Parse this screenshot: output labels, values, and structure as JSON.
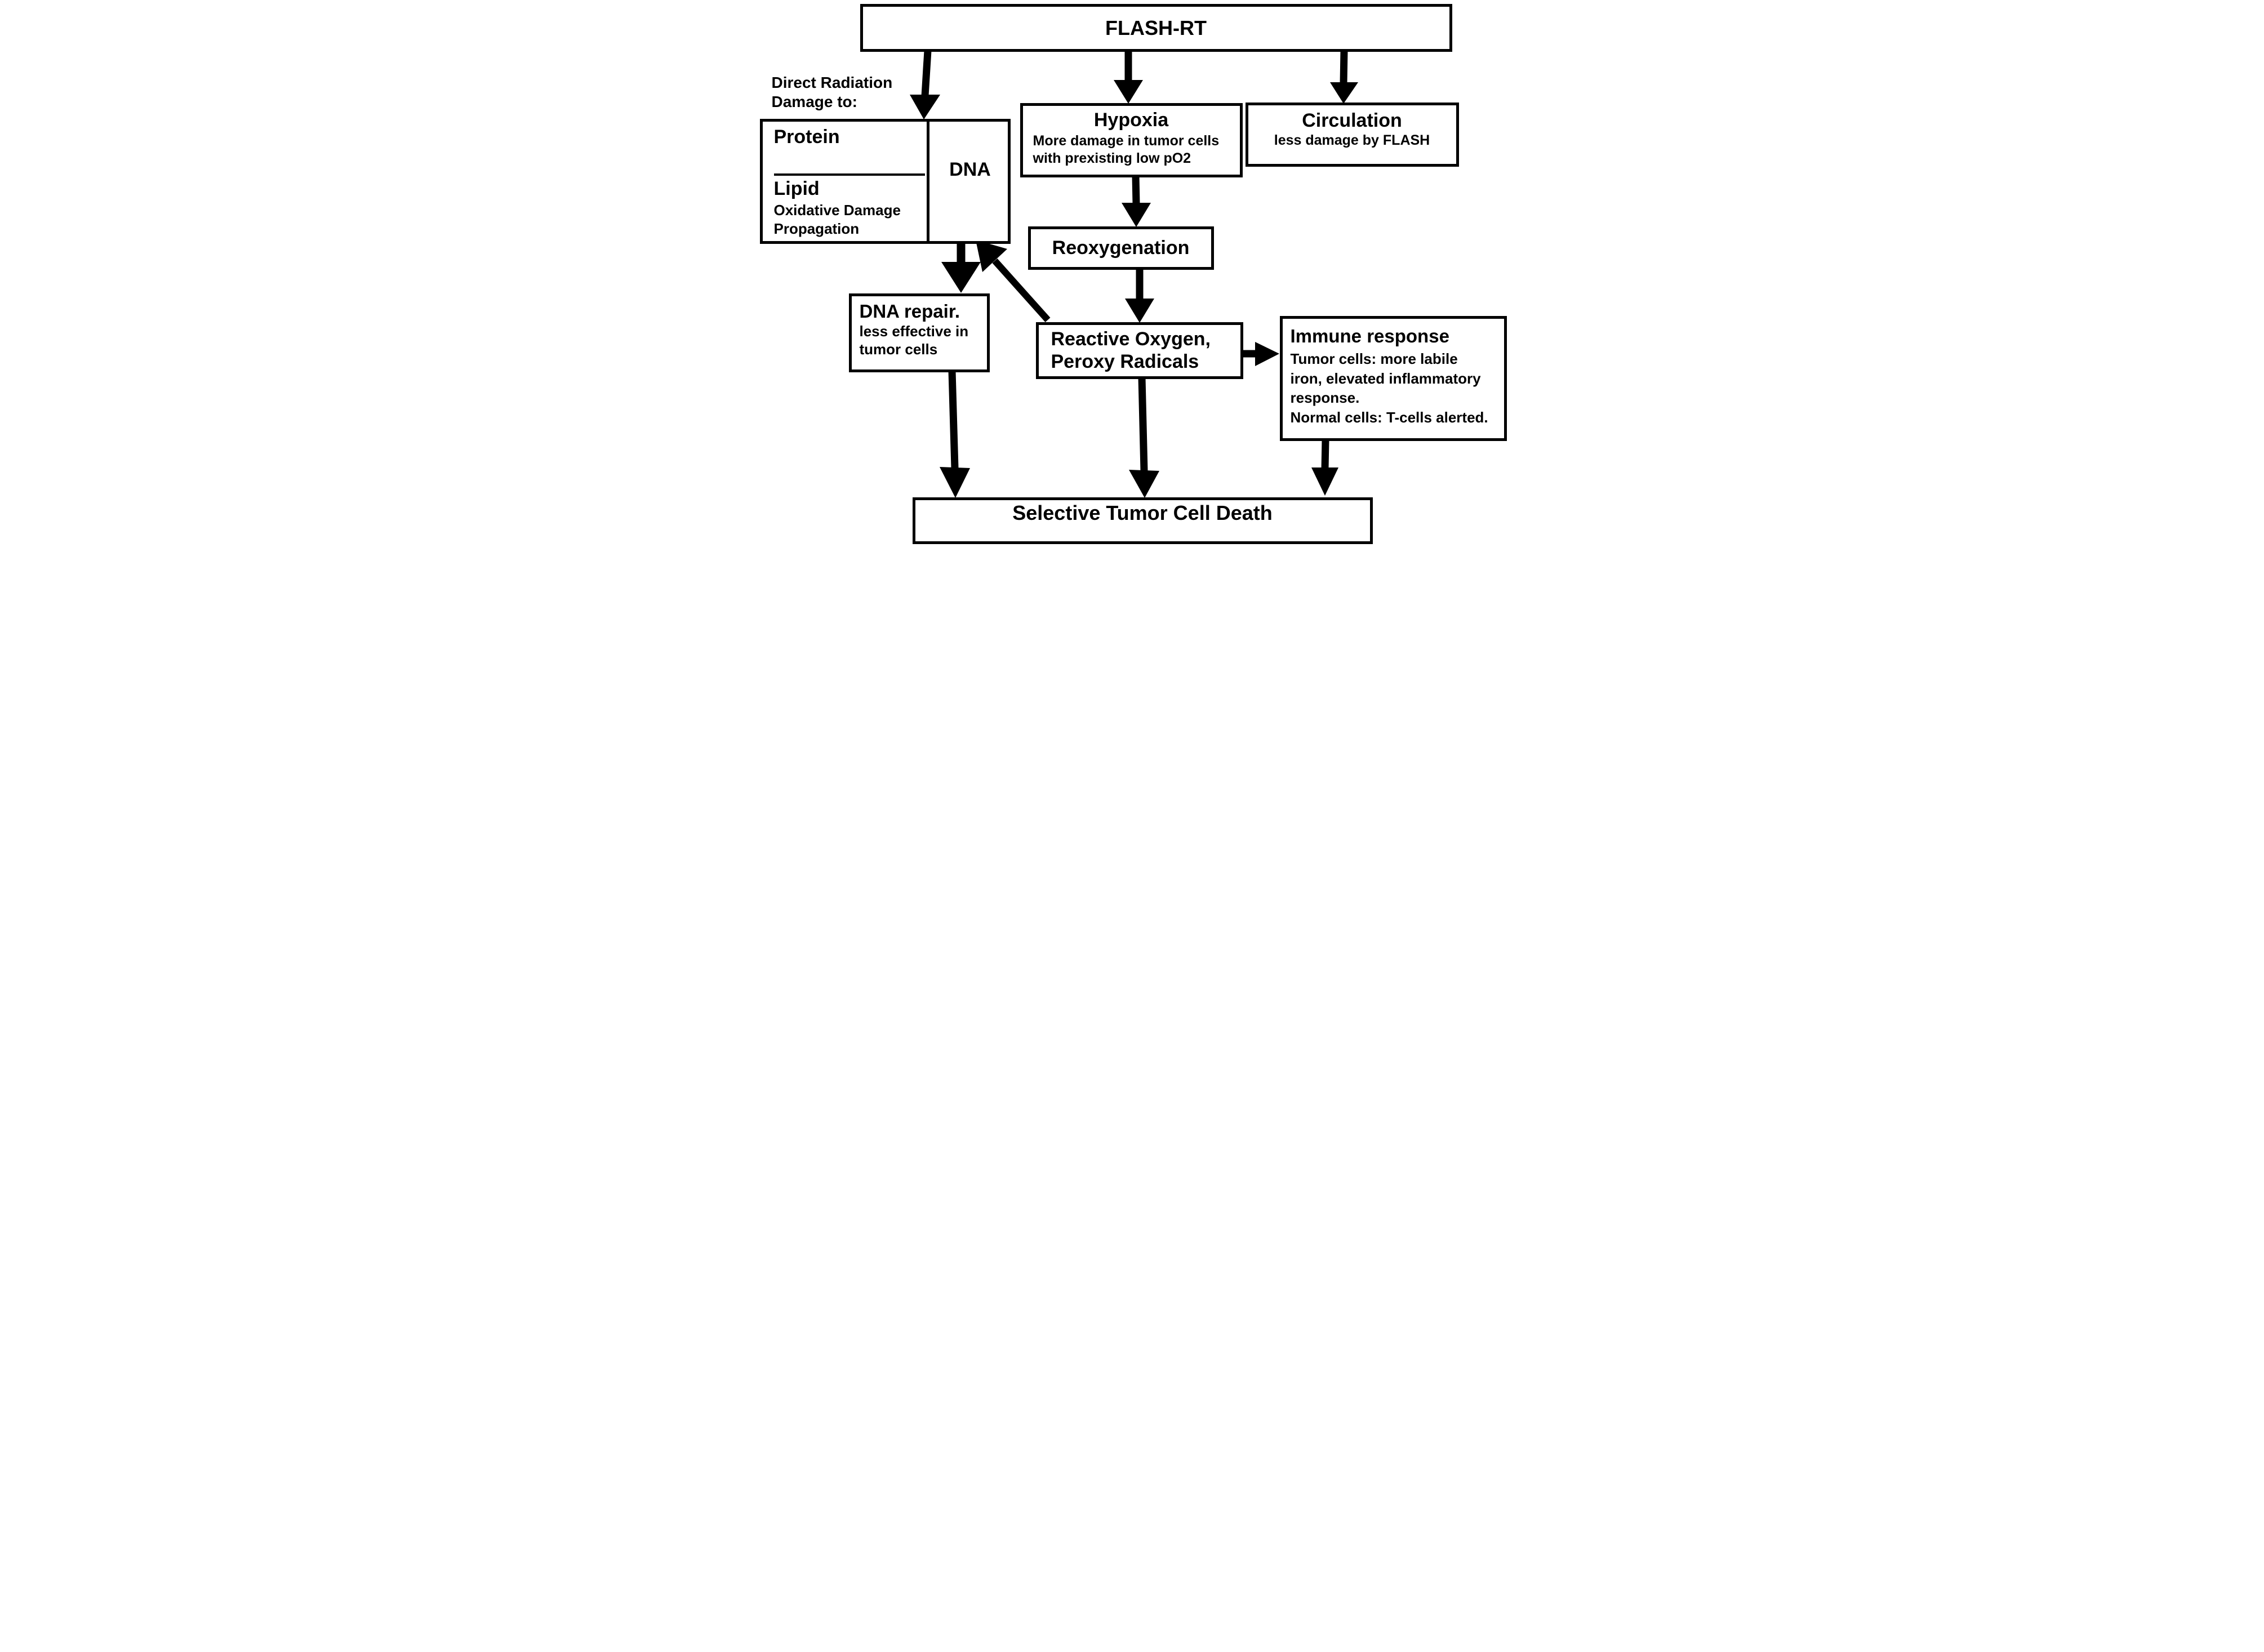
{
  "diagram": {
    "colors": {
      "ink": "#000000",
      "paper": "#ffffff"
    },
    "nodes": {
      "flash_rt": {
        "title": "FLASH-RT"
      },
      "direct_damage_label": {
        "lines": [
          "Direct Radiation",
          "Damage to:"
        ]
      },
      "damage_targets": {
        "protein": "Protein",
        "lipid": "Lipid",
        "lipid_note": [
          "Oxidative Damage",
          "Propagation"
        ],
        "dna": "DNA"
      },
      "hypoxia": {
        "title": "Hypoxia",
        "body": [
          "More damage in tumor cells",
          "with prexisting low pO2"
        ]
      },
      "circulation": {
        "title": "Circulation",
        "body": [
          "less damage by FLASH"
        ]
      },
      "reoxygenation": {
        "title": "Reoxygenation"
      },
      "dna_repair": {
        "title": "DNA repair.",
        "body": [
          "less effective in",
          "tumor cells"
        ]
      },
      "reactive_oxygen": {
        "title_lines": [
          "Reactive Oxygen,",
          "Peroxy Radicals"
        ]
      },
      "immune_response": {
        "title": "Immune response",
        "body": [
          "Tumor cells: more labile",
          "iron, elevated inflammatory",
          "response.",
          "Normal cells: T-cells alerted."
        ]
      },
      "selective_death": {
        "title": "Selective Tumor Cell Death"
      }
    },
    "edges": [
      {
        "from": "flash_rt",
        "to": "damage_targets"
      },
      {
        "from": "flash_rt",
        "to": "hypoxia"
      },
      {
        "from": "flash_rt",
        "to": "circulation"
      },
      {
        "from": "hypoxia",
        "to": "reoxygenation"
      },
      {
        "from": "reoxygenation",
        "to": "reactive_oxygen"
      },
      {
        "from": "lipid_oxidative_damage",
        "to": "dna"
      },
      {
        "from": "damage_targets_dna",
        "to": "dna_repair"
      },
      {
        "from": "reactive_oxygen",
        "to": "damage_targets_dna"
      },
      {
        "from": "reactive_oxygen",
        "to": "immune_response"
      },
      {
        "from": "dna_repair",
        "to": "selective_death"
      },
      {
        "from": "reactive_oxygen",
        "to": "selective_death"
      },
      {
        "from": "immune_response",
        "to": "selective_death"
      }
    ]
  }
}
